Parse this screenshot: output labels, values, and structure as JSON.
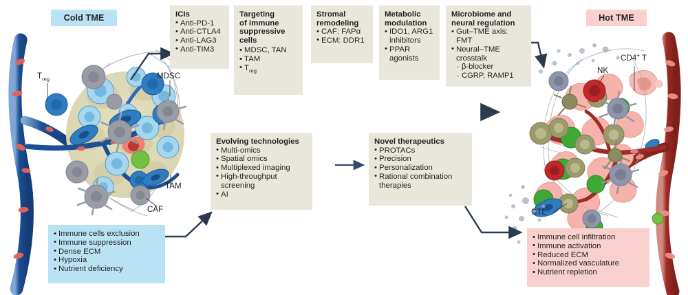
{
  "figure": {
    "left_label": "Cold TME",
    "right_label": "Hot TME"
  },
  "annotations": {
    "treg": "T",
    "treg_sub": "reg",
    "mdsc": "MDSC",
    "tam": "TAM",
    "caf": "CAF",
    "nk": "NK",
    "cd4t_main": "CD4",
    "cd4t_sup": "+",
    "cd4t_tail": " T",
    "ctl": "CTL"
  },
  "boxes": {
    "icis": {
      "title": "ICIs",
      "items": [
        "Anti-PD-1",
        "Anti-CTLA4",
        "Anti-LAG3",
        "Anti-TIM3"
      ]
    },
    "targeting": {
      "title": "Targeting\nof immune\nsuppressive\ncells",
      "items": [
        "MDSC, TAN",
        "TAM"
      ],
      "item_treg_main": "T",
      "item_treg_sub": "reg"
    },
    "stromal": {
      "title": "Stromal\nremodeling",
      "items": [
        "CAF: FAPα",
        "ECM: DDR1"
      ]
    },
    "metabolic": {
      "title": "Metabolic\nmodulation",
      "items": [
        "IDO1, ARG1\ninhibitors",
        "PPAR\nagonists"
      ]
    },
    "microbiome": {
      "title": "Microbiome and\nneural regulation",
      "items": [
        "Gut–TME axis: FMT",
        "Neural–TME\ncrosstalk"
      ],
      "subitems": [
        "β-blocker",
        "CGRP, RAMP1"
      ]
    },
    "evolving": {
      "title": "Evolving technologies",
      "items": [
        "Multi-omics",
        "Spatial omics",
        "Multiplexed imaging",
        "High-throughput\nscreening",
        "AI"
      ]
    },
    "novel": {
      "title": "Novel therapeutics",
      "items": [
        "PROTACs",
        "Precision",
        "Personalization",
        "Rational combination\ntherapies"
      ]
    },
    "cold_features": {
      "items": [
        "Immune cells exclusion",
        "Immune suppression",
        "Dense ECM",
        "Hypoxia",
        "Nutrient deficiency"
      ]
    },
    "hot_features": {
      "items": [
        "Immune cell infiltration",
        "Immune activation",
        "Reduced ECM",
        "Normalized vasculature",
        "Nutrient repletion"
      ]
    }
  },
  "colors": {
    "beige": "#e9e7dc",
    "cold_blue": "#b9e2f4",
    "hot_pink": "#f8d0cd",
    "arrow_dark": "#2c3a4f",
    "vessel_blue": "#1c4f95",
    "vessel_red": "#9e2b26",
    "text": "#231f20"
  }
}
